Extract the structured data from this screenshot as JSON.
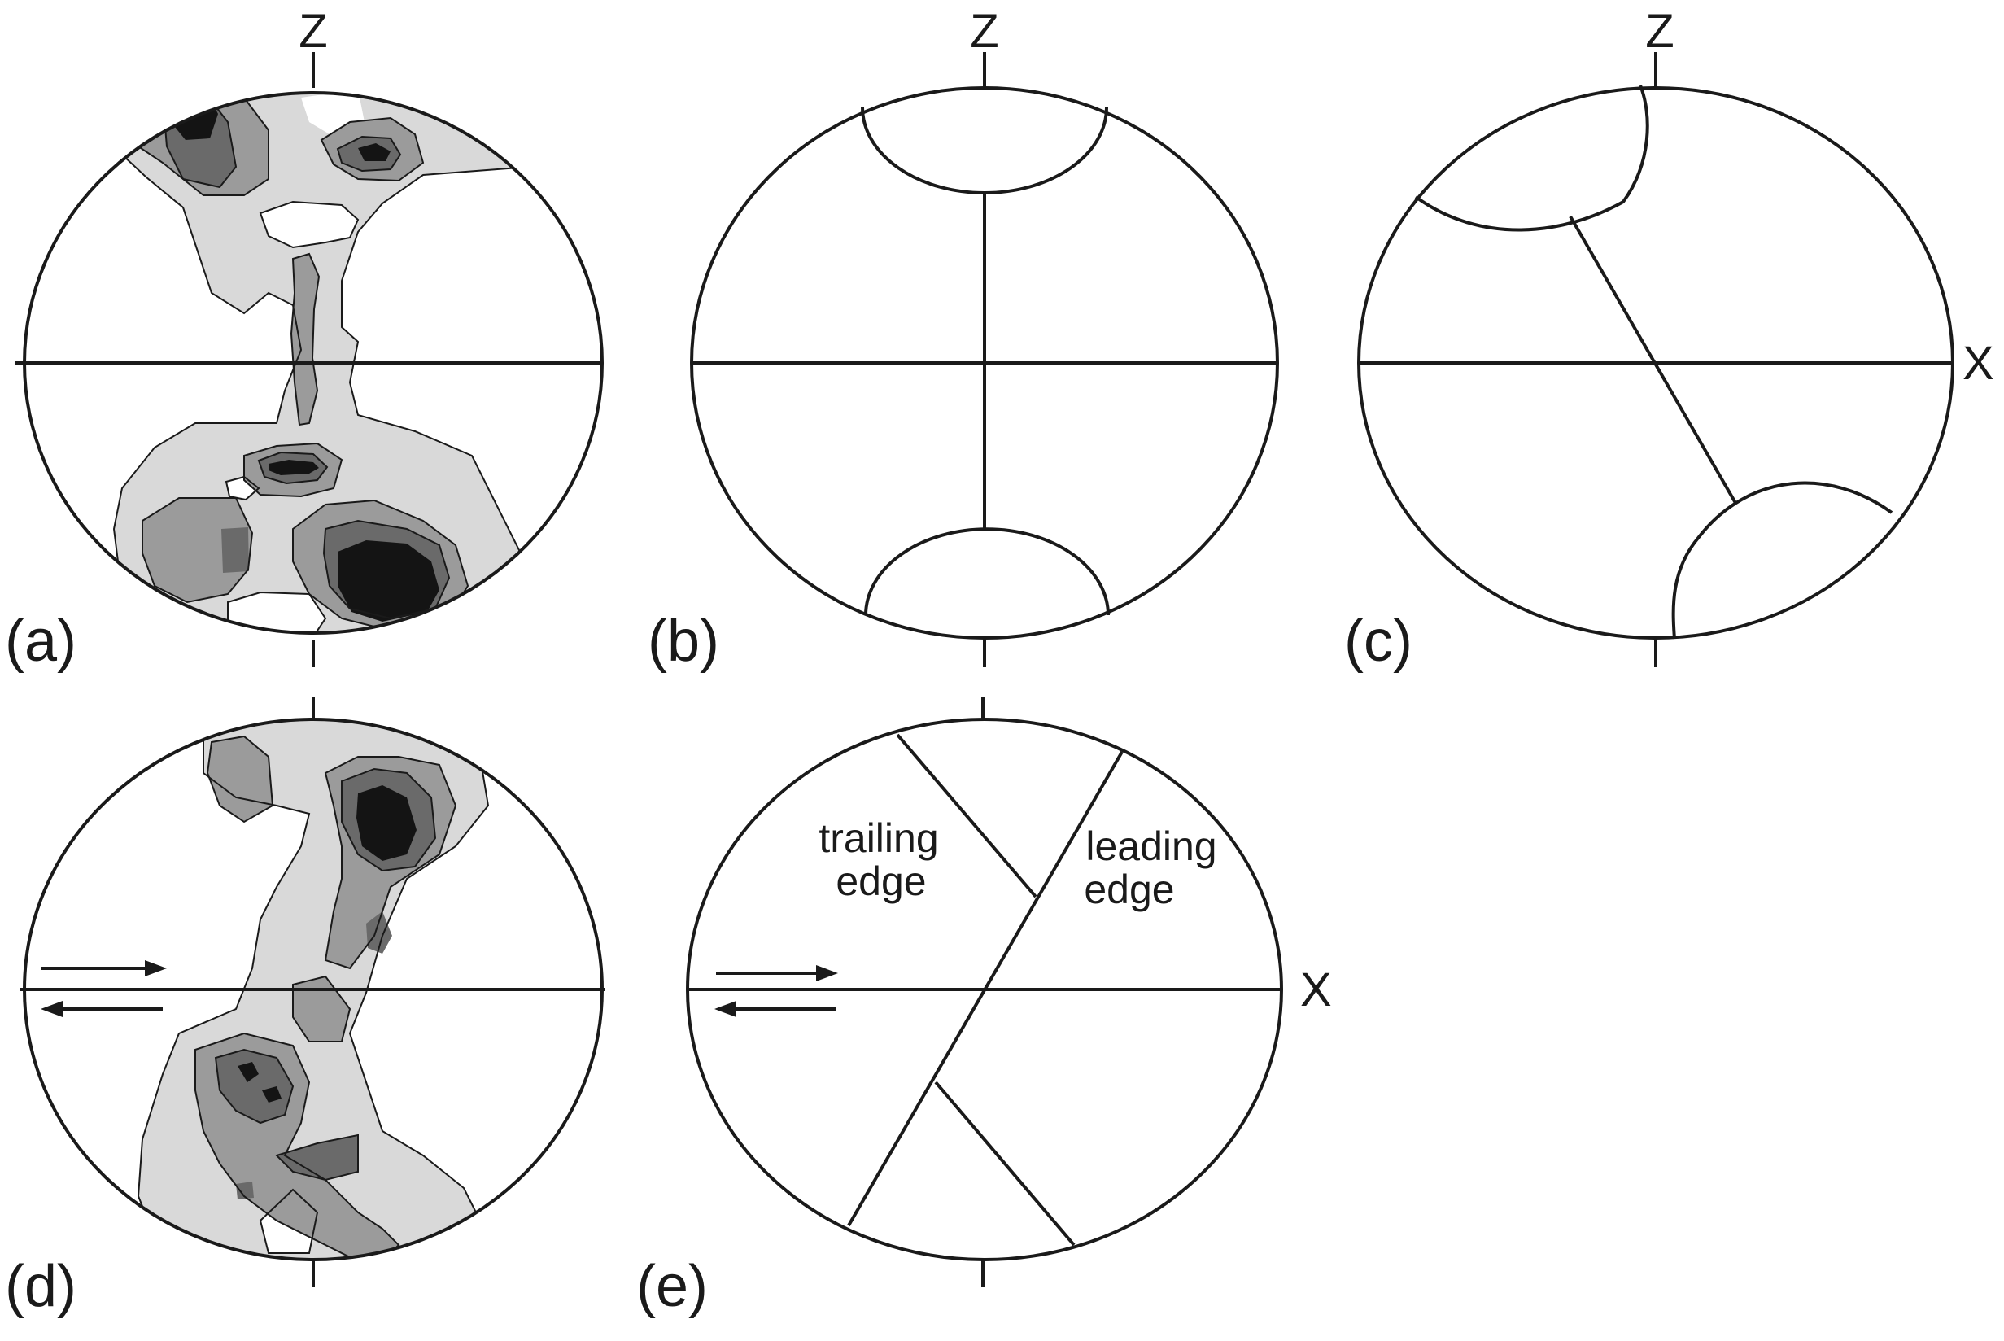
{
  "axis_labels": {
    "z": "Z",
    "x": "X"
  },
  "panels": {
    "a": {
      "label": "(a)"
    },
    "b": {
      "label": "(b)"
    },
    "c": {
      "label": "(c)"
    },
    "d": {
      "label": "(d)"
    },
    "e": {
      "label": "(e)"
    }
  },
  "annotations": {
    "trailing_edge_line1": "trailing",
    "trailing_edge_line2": "edge",
    "leading_edge_line1": "leading",
    "leading_edge_line2": "edge"
  },
  "colors": {
    "stroke": "#1a1a1a",
    "contour_low": "#d9d9d9",
    "contour_mid": "#9b9b9b",
    "contour_high": "#6a6a6a",
    "contour_max": "#141414"
  }
}
